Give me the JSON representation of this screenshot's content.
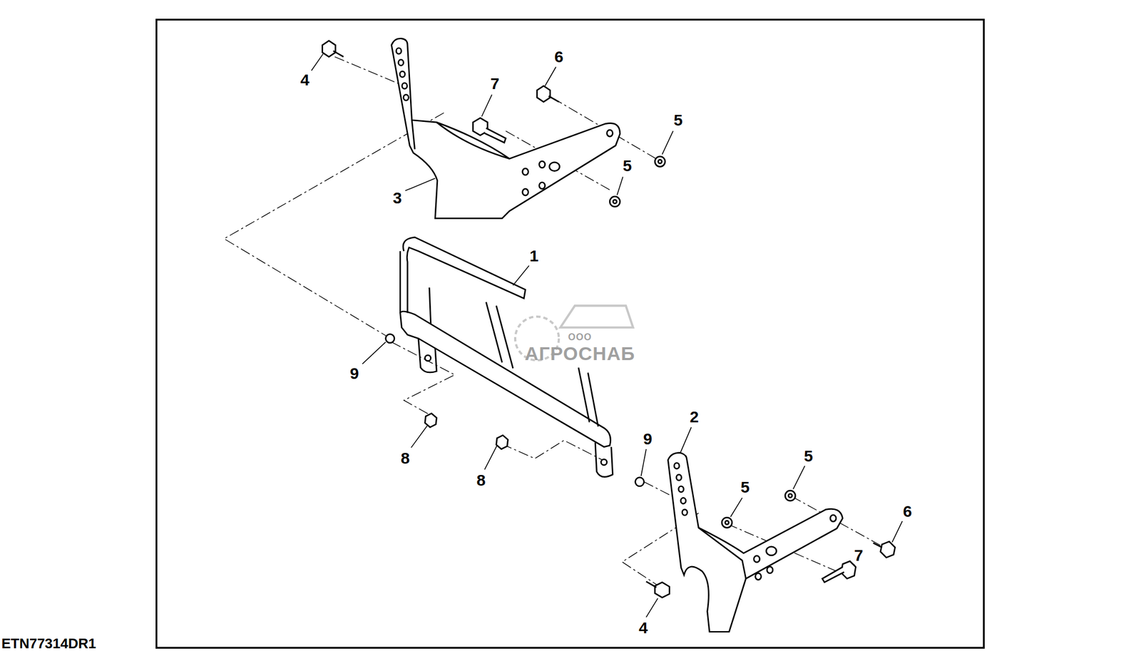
{
  "diagram": {
    "labels": [
      "4",
      "6",
      "7",
      "5",
      "5",
      "3",
      "1",
      "ООО",
      "АГРОСНАБ",
      "9",
      "2",
      "9",
      "5",
      "8",
      "8",
      "5",
      "6",
      "7",
      "4",
      "ETN77314DR1"
    ]
  }
}
